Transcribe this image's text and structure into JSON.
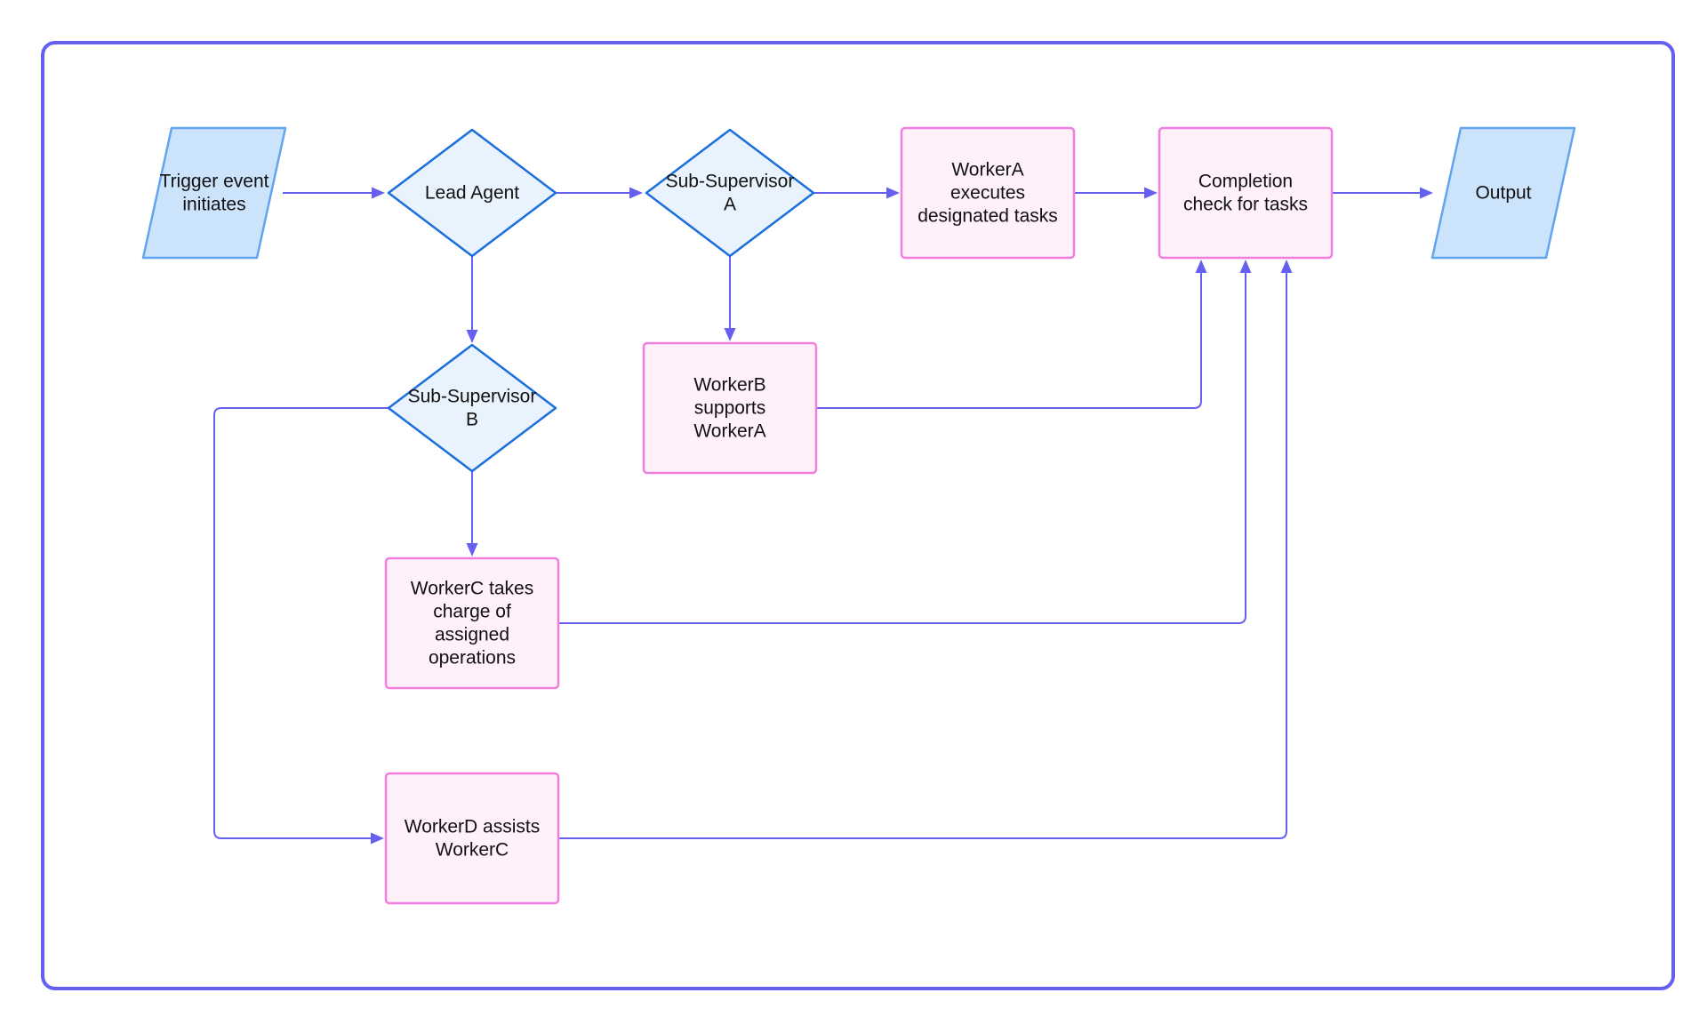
{
  "nodes": [
    {
      "id": "trigger",
      "shape": "parallelogram",
      "lines": [
        "Trigger event",
        "initiates"
      ]
    },
    {
      "id": "lead",
      "shape": "diamond",
      "lines": [
        "Lead Agent"
      ]
    },
    {
      "id": "subA",
      "shape": "diamond",
      "lines": [
        "Sub-Supervisor",
        "A"
      ]
    },
    {
      "id": "workerA",
      "shape": "process",
      "lines": [
        "WorkerA",
        "executes",
        "designated tasks"
      ]
    },
    {
      "id": "completion",
      "shape": "process",
      "lines": [
        "Completion",
        "check for tasks"
      ]
    },
    {
      "id": "output",
      "shape": "parallelogram",
      "lines": [
        "Output"
      ]
    },
    {
      "id": "subB",
      "shape": "diamond",
      "lines": [
        "Sub-Supervisor",
        "B"
      ]
    },
    {
      "id": "workerB",
      "shape": "process",
      "lines": [
        "WorkerB",
        "supports",
        "WorkerA"
      ]
    },
    {
      "id": "workerC",
      "shape": "process",
      "lines": [
        "WorkerC takes",
        "charge of",
        "assigned",
        "operations"
      ]
    },
    {
      "id": "workerD",
      "shape": "process",
      "lines": [
        "WorkerD assists",
        "WorkerC"
      ]
    }
  ],
  "edges": [
    {
      "from": "trigger",
      "to": "lead"
    },
    {
      "from": "lead",
      "to": "subA"
    },
    {
      "from": "subA",
      "to": "workerA"
    },
    {
      "from": "workerA",
      "to": "completion"
    },
    {
      "from": "completion",
      "to": "output"
    },
    {
      "from": "lead",
      "to": "subB"
    },
    {
      "from": "subA",
      "to": "workerB"
    },
    {
      "from": "subB",
      "to": "workerC"
    },
    {
      "from": "subB",
      "to": "workerD"
    },
    {
      "from": "workerB",
      "to": "completion"
    },
    {
      "from": "workerC",
      "to": "completion"
    },
    {
      "from": "workerD",
      "to": "completion"
    }
  ],
  "colors": {
    "frame_border": "#6560f0",
    "edge": "#6560f0",
    "io_fill": "#cce3fc",
    "io_stroke": "#62a5ef",
    "decision_fill": "#e9f3fd",
    "decision_stroke": "#1a6fdc",
    "process_fill": "#fff0fa",
    "process_stroke": "#f27ee0",
    "text": "#111111"
  }
}
